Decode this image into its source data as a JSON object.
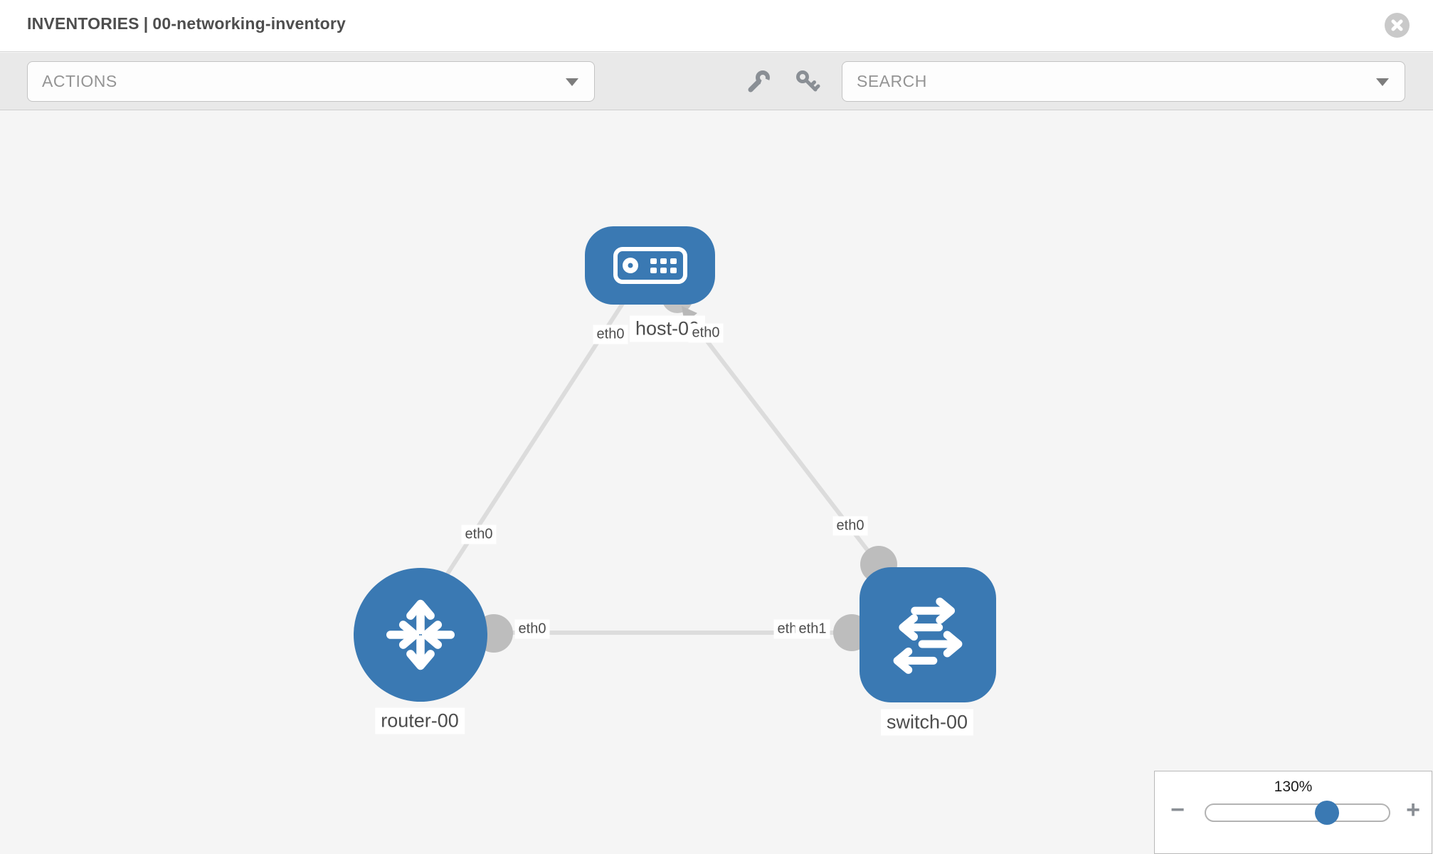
{
  "header": {
    "title_prefix": "INVENTORIES",
    "title_separator": "|",
    "title_name": "00-networking-inventory"
  },
  "toolbar": {
    "actions_label": "ACTIONS",
    "search_label": "SEARCH"
  },
  "topology": {
    "nodes": [
      {
        "id": "host-00",
        "type": "host",
        "label": "host-00"
      },
      {
        "id": "router-00",
        "type": "router",
        "label": "router-00"
      },
      {
        "id": "switch-00",
        "type": "switch",
        "label": "switch-00"
      }
    ],
    "edges": [
      {
        "from": "host-00",
        "to": "router-00",
        "from_label": "eth0",
        "to_label": "eth0"
      },
      {
        "from": "host-00",
        "to": "switch-00",
        "from_label": "eth0",
        "to_label": "eth0"
      },
      {
        "from": "router-00",
        "to": "switch-00",
        "from_label": "eth0",
        "to_labels": [
          "eth0",
          "eth1"
        ]
      }
    ]
  },
  "zoom_control": {
    "level": "130%",
    "minus_label": "−",
    "plus_label": "+"
  },
  "colors": {
    "node_blue": "#3a79b3",
    "edge_gray": "#dcdcdc",
    "port_gray": "#bdbdbd",
    "toolbar_gray": "#e9e9e9"
  }
}
